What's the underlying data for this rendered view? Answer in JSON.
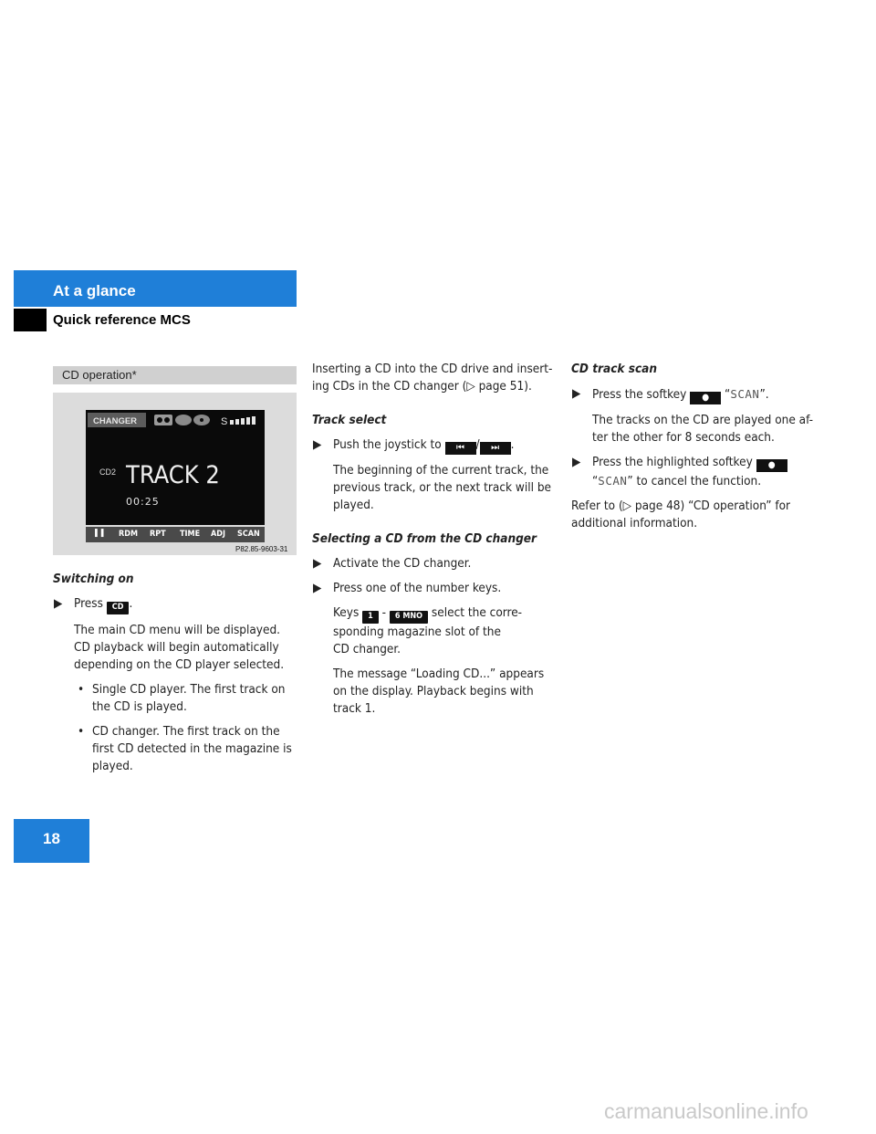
{
  "header": {
    "title": "At a glance",
    "subtitle": "Quick reference MCS"
  },
  "figure": {
    "caption": "CD operation*",
    "ref": "P82.85-9603-31",
    "screen": {
      "mode_label": "CHANGER",
      "cd_label": "CD2",
      "track": "TRACK 2",
      "time": "00:25",
      "signal": "S",
      "softkeys": [
        "❚❚",
        "RDM",
        "RPT",
        "TIME",
        "ADJ",
        "SCAN"
      ]
    }
  },
  "col1": {
    "heading": "Switching on",
    "step1_pre": "Press",
    "step1_key": "CD",
    "step1_post": ".",
    "desc_l1": "The main CD menu will be displayed.",
    "desc_l2": "CD playback will begin automatically",
    "desc_l3": "depending on the CD player selected.",
    "b1_l1": "Single CD player. The first track on",
    "b1_l2": "the CD is played.",
    "b2_l1": "CD changer. The first track on the",
    "b2_l2": "first CD detected in the magazine is",
    "b2_l3": "played."
  },
  "col2": {
    "intro_l1": "Inserting a CD into the CD drive and insert-",
    "intro_l2": "ing CDs in the CD changer (▷ page 51).",
    "heading1": "Track select",
    "step1": "Push the joystick to",
    "step1_key_a": "⏮",
    "step1_sep": "/",
    "step1_key_b": "⏭",
    "step1_post": ".",
    "d1_l1": "The beginning of the current track, the",
    "d1_l2": "previous track, or the next track will be",
    "d1_l3": "played.",
    "heading2": "Selecting a CD from the CD changer",
    "step2": "Activate the CD changer.",
    "step3": "Press one of the number keys.",
    "keys_pre": "Keys",
    "key_from": "1",
    "keys_dash": "-",
    "key_to": "6 MNO",
    "keys_post": "select the corre-",
    "keys_l2": "sponding magazine slot of the",
    "keys_l3": "CD changer.",
    "msg_l1": "The message “Loading CD...” appears",
    "msg_l2": "on the display. Playback begins with",
    "msg_l3": "track 1."
  },
  "col3": {
    "heading": "CD track scan",
    "step1_pre": "Press the softkey",
    "step1_q1": "“",
    "step1_mono": "SCAN",
    "step1_q2": "”.",
    "d1_l1": "The tracks on the CD are played one af-",
    "d1_l2": "ter the other for 8 seconds each.",
    "step2_pre": "Press the highlighted softkey",
    "step2_q1": "“",
    "step2_mono": "SCAN",
    "step2_post": "” to cancel the function.",
    "ref_l1": "Refer to (▷ page 48) “CD operation” for",
    "ref_l2": "additional information."
  },
  "page_number": "18",
  "watermark": "carmanualsonline.info"
}
